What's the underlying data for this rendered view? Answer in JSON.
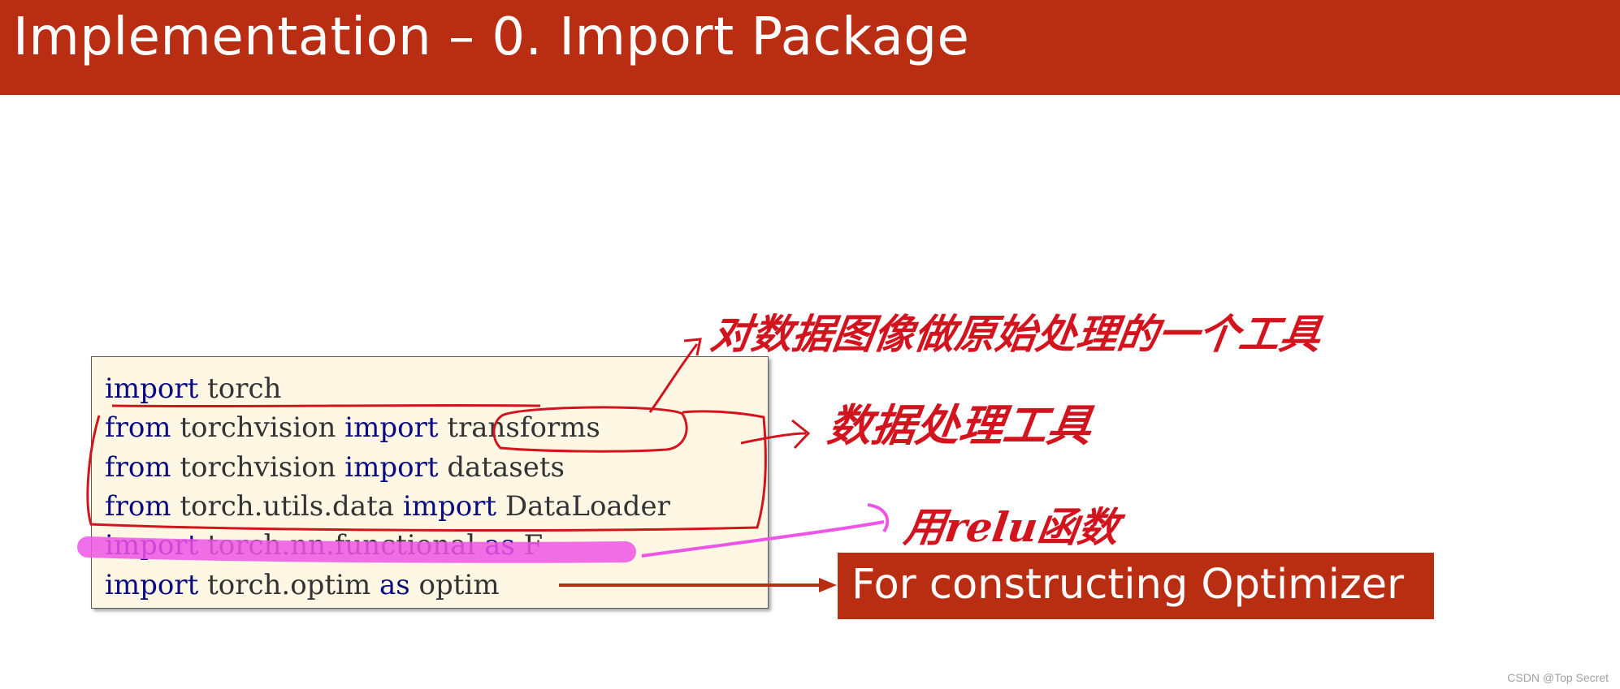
{
  "slide": {
    "title": "Implementation – 0. Import Package",
    "colors": {
      "title_bar": "#b92d12",
      "code_bg": "#fdf7e4",
      "keyword": "#0a0a82",
      "ink_red": "#d2141e",
      "ink_pink": "#ee55e6"
    }
  },
  "code": {
    "lines": [
      [
        {
          "t": "import",
          "kw": true
        },
        {
          "t": " torch",
          "kw": false
        }
      ],
      [
        {
          "t": "from",
          "kw": true
        },
        {
          "t": " torchvision ",
          "kw": false
        },
        {
          "t": "import",
          "kw": true
        },
        {
          "t": " transforms",
          "kw": false
        }
      ],
      [
        {
          "t": "from",
          "kw": true
        },
        {
          "t": " torchvision ",
          "kw": false
        },
        {
          "t": "import",
          "kw": true
        },
        {
          "t": " datasets",
          "kw": false
        }
      ],
      [
        {
          "t": "from",
          "kw": true
        },
        {
          "t": " torch.utils.data ",
          "kw": false
        },
        {
          "t": "import",
          "kw": true
        },
        {
          "t": " DataLoader",
          "kw": false
        }
      ],
      [
        {
          "t": "import",
          "kw": true
        },
        {
          "t": " torch.nn.functional ",
          "kw": false
        },
        {
          "t": "as",
          "kw": true
        },
        {
          "t": " F",
          "kw": false
        }
      ],
      [
        {
          "t": "import",
          "kw": true
        },
        {
          "t": " torch.optim ",
          "kw": false
        },
        {
          "t": "as",
          "kw": true
        },
        {
          "t": " optim",
          "kw": false
        }
      ]
    ]
  },
  "callout": {
    "text": "For constructing Optimizer"
  },
  "annotations": {
    "transforms_note": "对数据图像做原始处理的一个工具",
    "data_processing_note": "数据处理工具",
    "relu_note": "用relu函数"
  },
  "watermark": "CSDN @Top Secret"
}
